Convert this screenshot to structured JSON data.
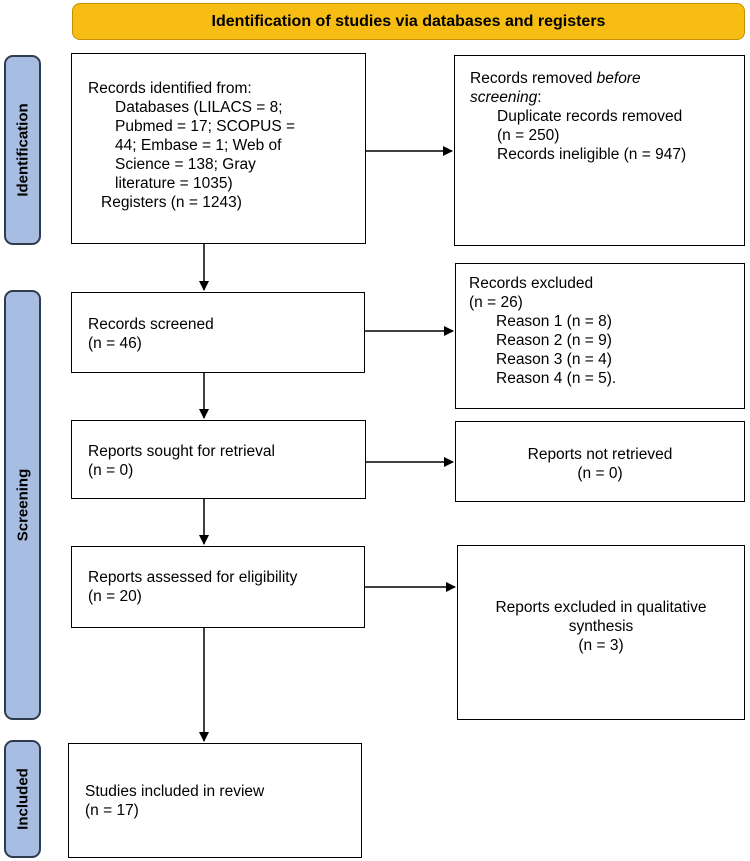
{
  "banner": "Identification of studies via databases and registers",
  "phases": {
    "identification": "Identification",
    "screening": "Screening",
    "included": "Included"
  },
  "identified": {
    "title": "Records identified from:",
    "lines": [
      "Databases (LILACS = 8;",
      "Pubmed = 17; SCOPUS  =",
      "44; Embase = 1; Web of",
      "Science = 138; Gray",
      "literature = 1035)",
      "Registers (n = 1243)"
    ]
  },
  "removed": {
    "title_a": "Records removed ",
    "title_em": "before",
    "title_b": "screening",
    "title_c": ":",
    "lines": [
      "Duplicate records removed",
      "(n = 250)",
      "Records ineligible (n = 947)"
    ]
  },
  "screened": {
    "title": "Records screened",
    "count": "(n = 46)"
  },
  "excluded": {
    "title": "Records excluded",
    "count": "(n = 26)",
    "reasons": [
      "Reason 1 (n = 8)",
      "Reason 2 (n = 9)",
      "Reason 3 (n = 4)",
      "Reason 4 (n = 5)."
    ]
  },
  "sought": {
    "title": "Reports sought for retrieval",
    "count": "(n = 0)"
  },
  "not_retrieved": {
    "title": "Reports not retrieved",
    "count": "(n = 0)"
  },
  "assessed": {
    "title": "Reports assessed for eligibility",
    "count": "(n = 20)"
  },
  "excluded_qual": {
    "lines": [
      "Reports excluded in qualitative",
      "synthesis",
      "(n = 3)"
    ]
  },
  "included": {
    "title": "Studies included in review",
    "count": "(n = 17)"
  }
}
